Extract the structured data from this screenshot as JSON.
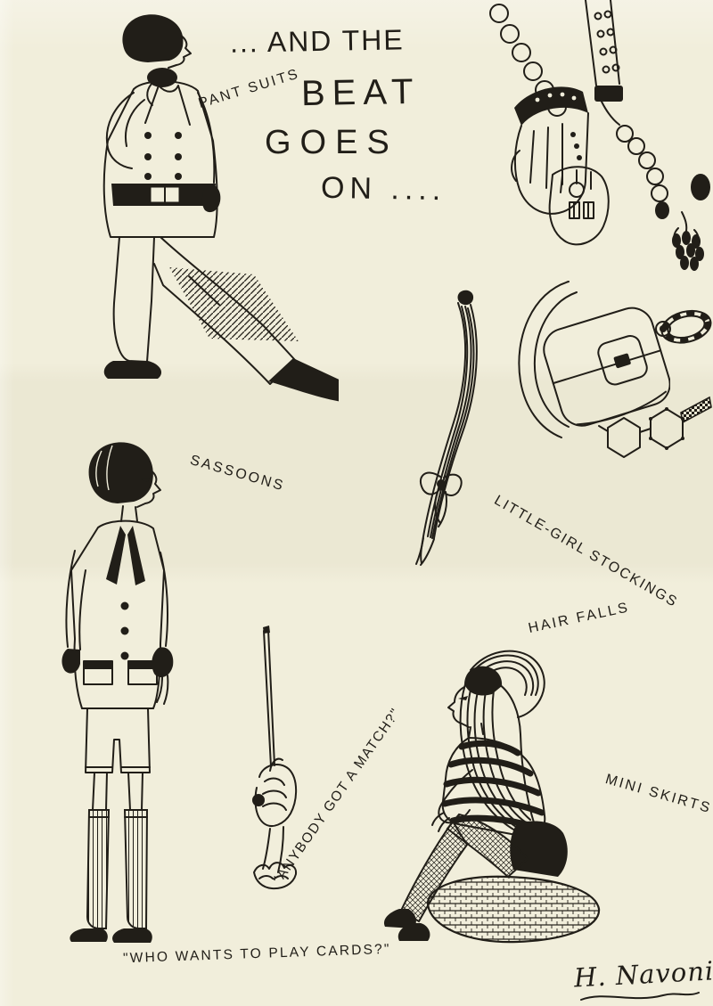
{
  "page": {
    "bg_color": "#f1eedb",
    "ink_color": "#211e18"
  },
  "title": {
    "line1": "... AND THE",
    "line2": "BEAT",
    "line3": "GOES",
    "line4": "ON ...."
  },
  "labels": {
    "pant_suits": "PANT SUITS",
    "sassoons": "SASSOONS",
    "little_girl_stockings": "LITTLE-GIRL STOCKINGS",
    "hair_falls": "HAIR FALLS",
    "mini_skirts": "MINI SKIRTS",
    "anybody_got_a_match": "\"ANYBODY GOT A MATCH?\"",
    "who_wants_to_play_cards": "\"WHO WANTS TO PLAY CARDS?\""
  },
  "signature": "H. Navonis",
  "illustrations": [
    "pant-suit-figure",
    "bead-necklaces",
    "long-gloves",
    "watchband-strap",
    "cluster-earrings",
    "hair-fall-hairpiece",
    "shoulder-bag",
    "bangle-watch",
    "hexagon-glasses",
    "shorts-suit-figure",
    "hand-holding-match",
    "seated-girl-mini-skirt"
  ]
}
